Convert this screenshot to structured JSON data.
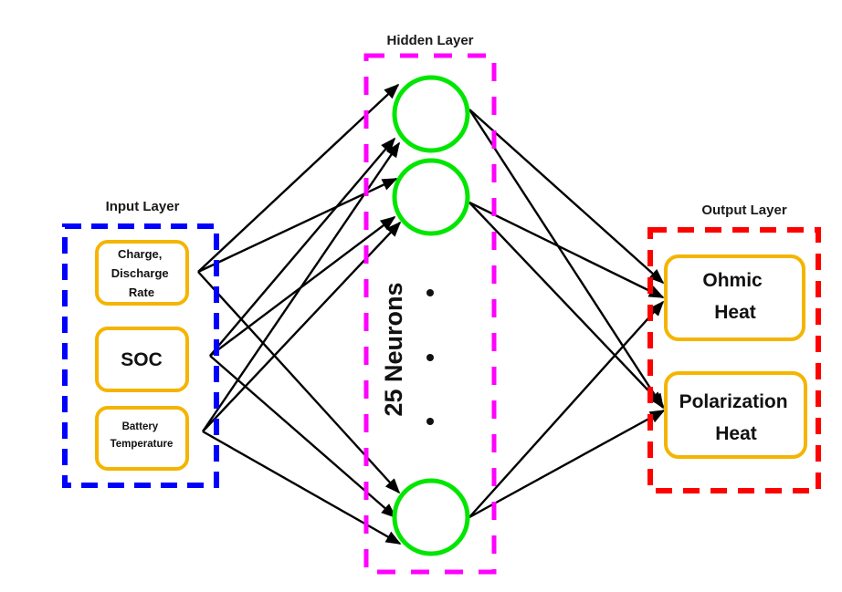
{
  "diagram": {
    "type": "neural-network-architecture",
    "colors": {
      "input_border": "#0000ff",
      "hidden_border": "#ff00ff",
      "output_border": "#ff0000",
      "node_border": "#f5b400",
      "neuron_border": "#00e600",
      "edge": "#000000"
    },
    "input_layer": {
      "title": "Input Layer",
      "nodes": [
        {
          "id": "in1",
          "lines": [
            "Charge,",
            "Discharge",
            "Rate"
          ]
        },
        {
          "id": "in2",
          "lines": [
            "SOC"
          ]
        },
        {
          "id": "in3",
          "lines": [
            "Battery",
            "Temperature"
          ]
        }
      ]
    },
    "hidden_layer": {
      "title": "Hidden Layer",
      "neuron_count_label": "25 Neurons",
      "neuron_count": 25,
      "visible_neurons": [
        "h1",
        "h2",
        "h3"
      ],
      "ellipsis": "• • •"
    },
    "output_layer": {
      "title": "Output Layer",
      "nodes": [
        {
          "id": "out1",
          "lines": [
            "Ohmic",
            "Heat"
          ]
        },
        {
          "id": "out2",
          "lines": [
            "Polarization",
            "Heat"
          ]
        }
      ]
    },
    "connections": {
      "input_to_hidden": "fully-connected",
      "hidden_to_output": "fully-connected"
    }
  }
}
